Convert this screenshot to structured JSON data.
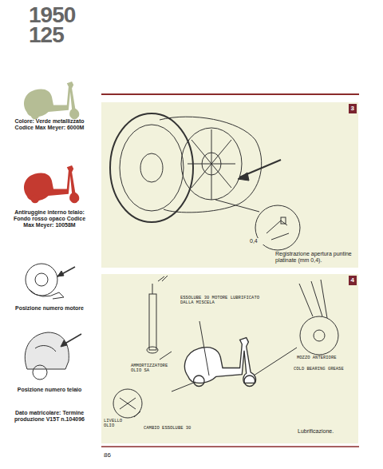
{
  "diagram": {
    "title": "1950 125",
    "nodes": [
      {
        "text": [
          "3",
          "Registrazione apertura puntine platinate (mm 0,4)."
        ]
      },
      {
        "text": [
          "4",
          "Lubrificazione."
        ]
      }
    ],
    "labels": [
      "Colore: Verde metallizzato Codice Max Meyer: 6000M",
      "Antiruggine interno telaio: Fondo rosso opaco Codice Max Meyer: 10058M",
      "Posizione numero motore",
      "Posizione numero telaio",
      "Dato matricolare: Termine produzione V15T n.104096",
      "0,4",
      "ESSOLUBE 30 MOTORE LUBRIFICATO DALLA MISCELA",
      "MOZZO ANTERIORE",
      "COLD BEARING GREASE",
      "AMMORTIZZATORE OLIO SA",
      "LIVELLO OLIO",
      "CAMBIO ESSOLUBE 30",
      "86"
    ]
  }
}
